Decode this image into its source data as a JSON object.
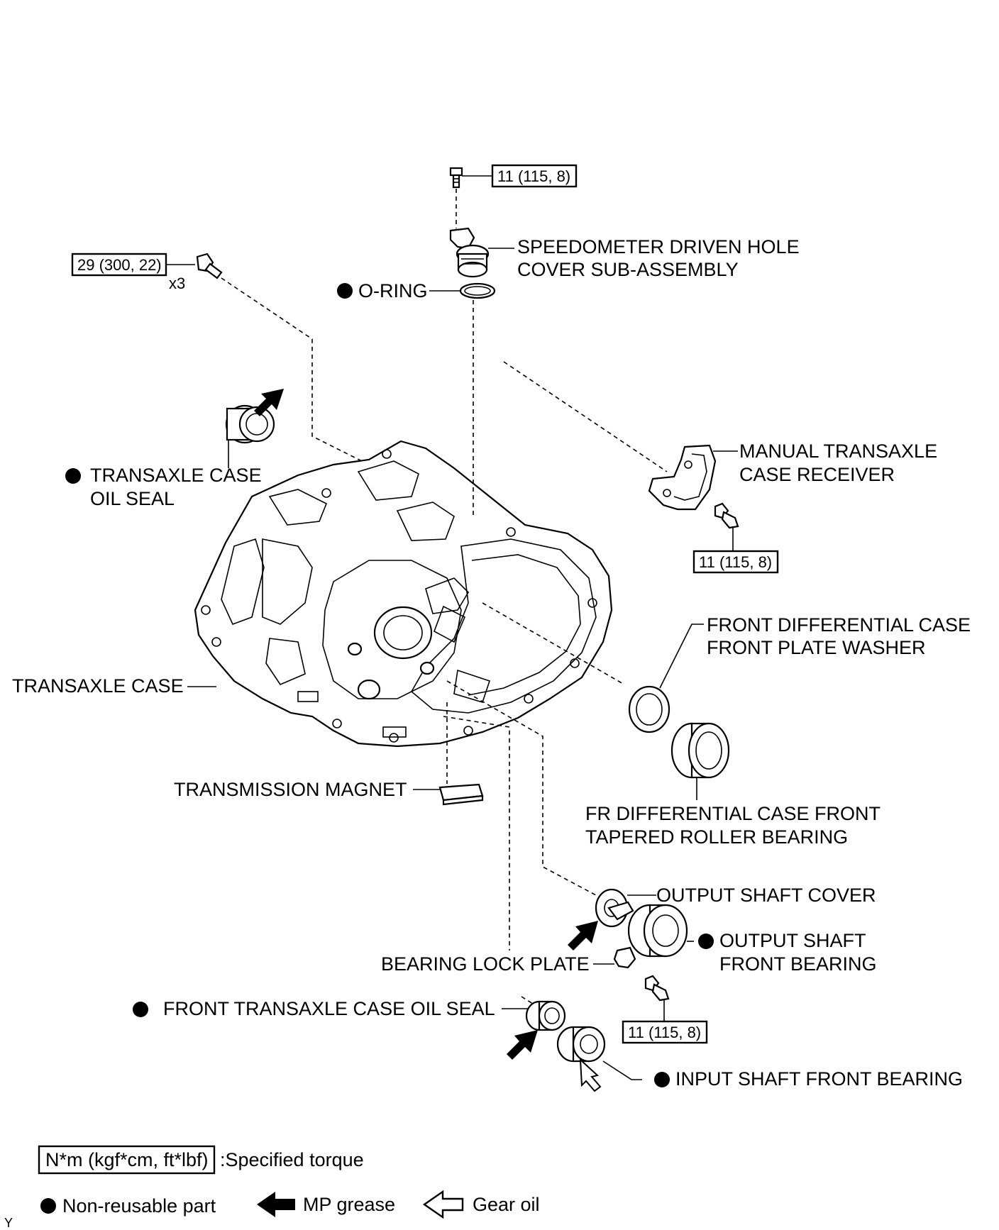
{
  "torque_specs": {
    "speedometer_bolt": "11 (115, 8)",
    "case_bolt": "29 (300, 22)",
    "case_bolt_qty": "x3",
    "receiver_bolt": "11 (115, 8)",
    "lock_plate_bolt": "11 (115, 8)"
  },
  "labels": {
    "speedometer_l1": "SPEEDOMETER DRIVEN HOLE",
    "speedometer_l2": "COVER SUB-ASSEMBLY",
    "o_ring": "O-RING",
    "case_oil_seal_l1": "TRANSAXLE CASE",
    "case_oil_seal_l2": "OIL SEAL",
    "receiver_l1": "MANUAL TRANSAXLE",
    "receiver_l2": "CASE RECEIVER",
    "washer_l1": "FRONT DIFFERENTIAL CASE",
    "washer_l2": "FRONT PLATE WASHER",
    "transaxle_case": "TRANSAXLE CASE",
    "magnet": "TRANSMISSION MAGNET",
    "diff_bearing_l1": "FR DIFFERENTIAL CASE FRONT",
    "diff_bearing_l2": "TAPERED ROLLER BEARING",
    "output_cover": "OUTPUT SHAFT COVER",
    "output_bearing_l1": "OUTPUT SHAFT",
    "output_bearing_l2": "FRONT BEARING",
    "lock_plate": "BEARING LOCK PLATE",
    "front_oil_seal": "FRONT TRANSAXLE CASE OIL SEAL",
    "input_bearing": "INPUT SHAFT FRONT BEARING"
  },
  "legend": {
    "torque_box": "N*m (kgf*cm, ft*lbf)",
    "torque_desc": ":Specified torque",
    "non_reusable": "Non-reusable part",
    "mp_grease": "MP grease",
    "gear_oil": "Gear oil"
  },
  "figure_id": "Y"
}
